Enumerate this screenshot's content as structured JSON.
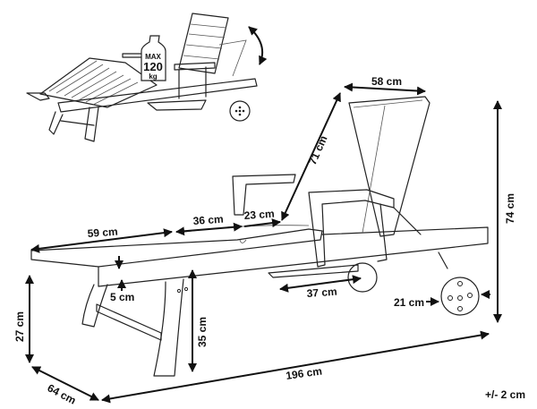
{
  "weight_badge": {
    "line1": "MAX",
    "line2": "120",
    "line3": "kg"
  },
  "dimensions": {
    "backrest_width": "58 cm",
    "backrest_length": "71 cm",
    "total_height": "74 cm",
    "seat_section_1": "59 cm",
    "seat_section_2": "36 cm",
    "seat_section_3": "23 cm",
    "cushion_thickness": "5 cm",
    "tray_length": "37 cm",
    "wheel_diameter": "21 cm",
    "leg_height": "27 cm",
    "seat_height": "35 cm",
    "width": "64 cm",
    "length": "196 cm"
  },
  "tolerance": "+/- 2 cm"
}
